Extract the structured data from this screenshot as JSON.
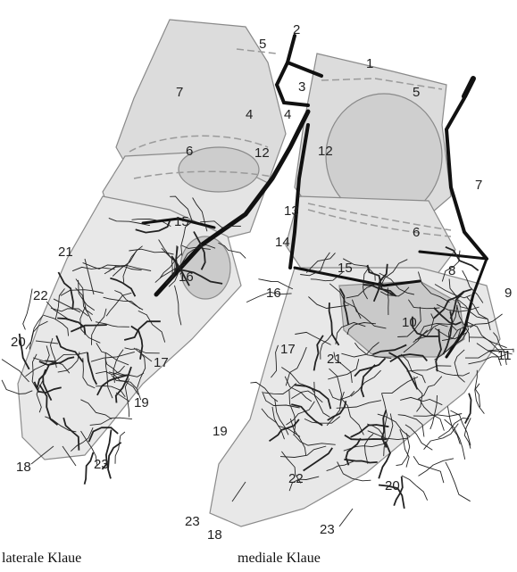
{
  "captions": {
    "left": "laterale Klaue",
    "right": "mediale Klaue"
  },
  "labels": [
    {
      "id": "l2",
      "text": "2"
    },
    {
      "id": "l5a",
      "text": "5"
    },
    {
      "id": "l1",
      "text": "1"
    },
    {
      "id": "l3",
      "text": "3"
    },
    {
      "id": "l5b",
      "text": "5"
    },
    {
      "id": "l7a",
      "text": "7"
    },
    {
      "id": "l4a",
      "text": "4"
    },
    {
      "id": "l4b",
      "text": "4"
    },
    {
      "id": "l12a",
      "text": "12"
    },
    {
      "id": "l12b",
      "text": "12"
    },
    {
      "id": "l6a",
      "text": "6"
    },
    {
      "id": "l7b",
      "text": "7"
    },
    {
      "id": "l13",
      "text": "13"
    },
    {
      "id": "l15a",
      "text": "15"
    },
    {
      "id": "l6b",
      "text": "6"
    },
    {
      "id": "l14",
      "text": "14"
    },
    {
      "id": "l21a",
      "text": "21"
    },
    {
      "id": "l16a",
      "text": "16"
    },
    {
      "id": "l15b",
      "text": "15"
    },
    {
      "id": "l8",
      "text": "8"
    },
    {
      "id": "l9",
      "text": "9"
    },
    {
      "id": "l22a",
      "text": "22"
    },
    {
      "id": "l16b",
      "text": "16"
    },
    {
      "id": "l10",
      "text": "10"
    },
    {
      "id": "l20a",
      "text": "20"
    },
    {
      "id": "l17a",
      "text": "17"
    },
    {
      "id": "l17b",
      "text": "17"
    },
    {
      "id": "l11",
      "text": "11"
    },
    {
      "id": "l21b",
      "text": "21"
    },
    {
      "id": "l19a",
      "text": "19"
    },
    {
      "id": "l19b",
      "text": "19"
    },
    {
      "id": "l18a",
      "text": "18"
    },
    {
      "id": "l23a",
      "text": "23"
    },
    {
      "id": "l22b",
      "text": "22"
    },
    {
      "id": "l20b",
      "text": "20"
    },
    {
      "id": "l23b",
      "text": "23"
    },
    {
      "id": "l18b",
      "text": "18"
    },
    {
      "id": "l23c",
      "text": "23"
    }
  ]
}
